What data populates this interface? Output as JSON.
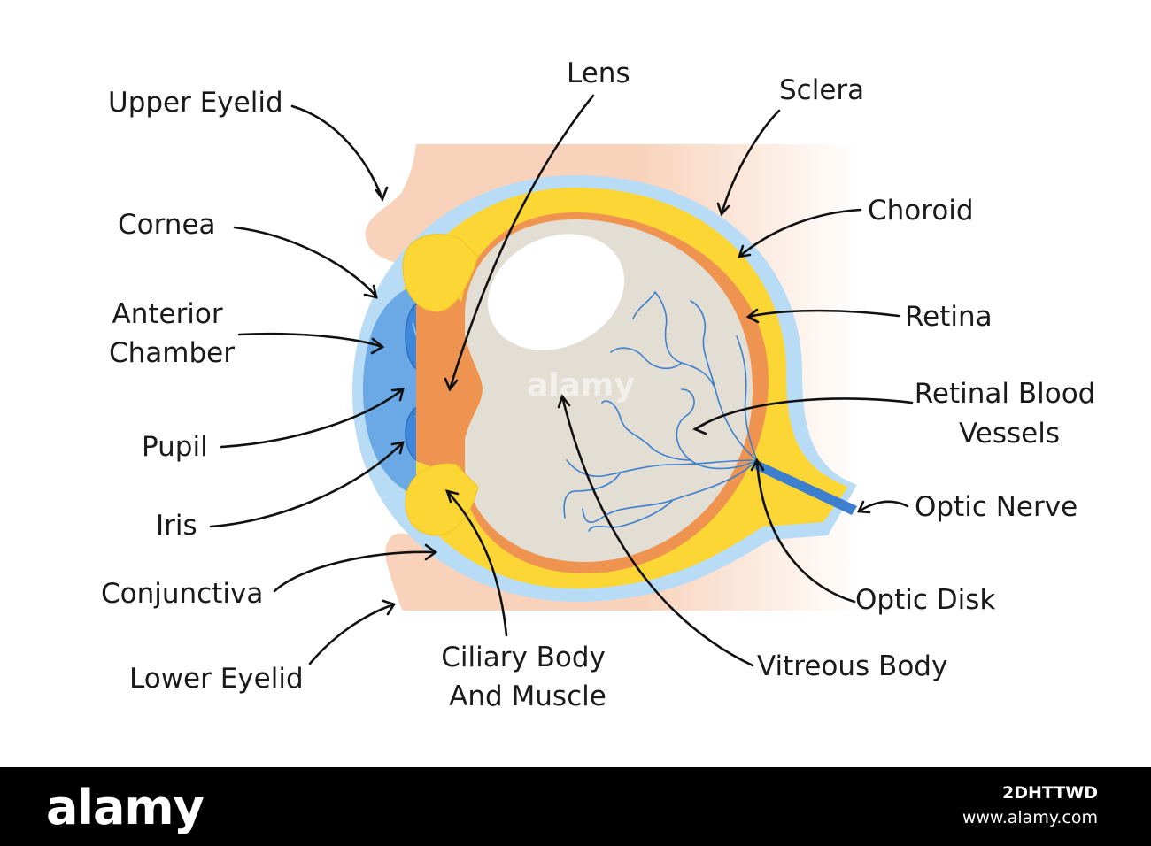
{
  "colors": {
    "sclera": "#b9dcf6",
    "choroid": "#fcd635",
    "retina": "#ef9450",
    "vitreous": "#e3ded3",
    "skin": "#f8d2ba",
    "iris": "#3f88d9",
    "vessels": "#3c7fcf",
    "footer": "#000000"
  },
  "labels": {
    "upper_eyelid": "Upper Eyelid",
    "cornea": "Cornea",
    "anterior_chamber": [
      "Anterior",
      "Chamber"
    ],
    "pupil": "Pupil",
    "iris": "Iris",
    "conjunctiva": "Conjunctiva",
    "lower_eyelid": "Lower Eyelid",
    "lens": "Lens",
    "ciliary_body": [
      "Ciliary Body",
      "And Muscle"
    ],
    "sclera": "Sclera",
    "choroid": "Choroid",
    "retina": "Retina",
    "retinal_vessels": [
      "Retinal Blood",
      "Vessels"
    ],
    "optic_nerve": "Optic Nerve",
    "optic_disk": "Optic Disk",
    "vitreous_body": "Vitreous Body"
  },
  "watermark": "alamy",
  "footer": {
    "logo": "alamy",
    "image_id": "2DHTTWD",
    "url": "www.alamy.com"
  }
}
